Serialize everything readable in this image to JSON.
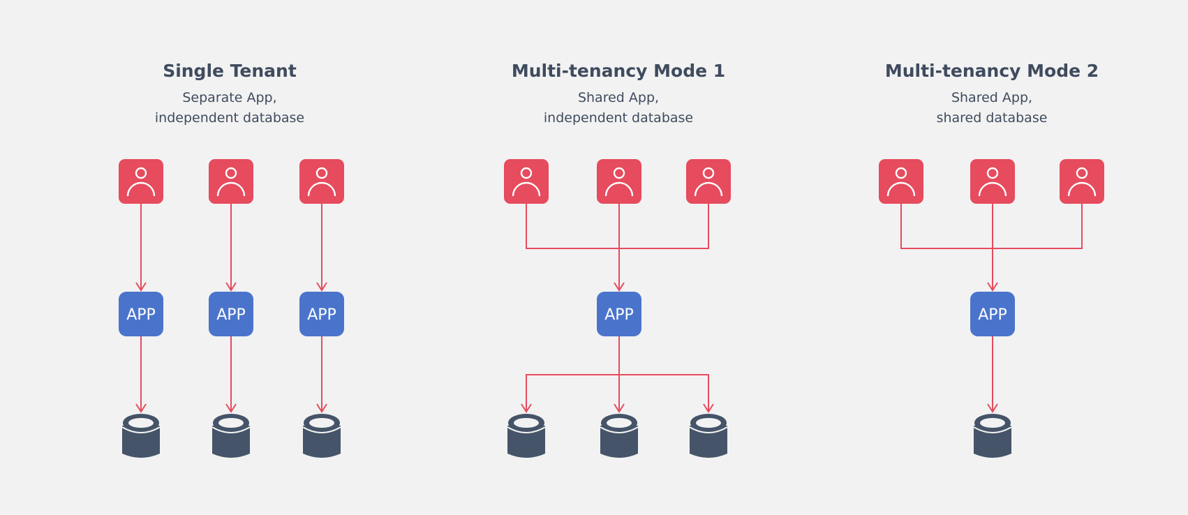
{
  "colors": {
    "background": "#f2f2f2",
    "tenant": "#e64b5e",
    "app": "#4a74cc",
    "database": "#455468",
    "arrow": "#e64b5e",
    "text": "#3f4b5e"
  },
  "app_label": "APP",
  "panels": [
    {
      "title": "Single Tenant",
      "subtitle_lines": [
        "Separate App,",
        "independent database"
      ],
      "tenants": 3,
      "apps": 3,
      "databases": 3,
      "tenant_icon": "user-icon",
      "database_icon": "database-icon"
    },
    {
      "title": "Multi-tenancy Mode 1",
      "subtitle_lines": [
        "Shared App,",
        "independent database"
      ],
      "tenants": 3,
      "apps": 1,
      "databases": 3,
      "tenant_icon": "user-icon",
      "database_icon": "database-icon"
    },
    {
      "title": "Multi-tenancy Mode 2",
      "subtitle_lines": [
        "Shared App,",
        "shared database"
      ],
      "tenants": 3,
      "apps": 1,
      "databases": 1,
      "tenant_icon": "user-icon",
      "database_icon": "database-icon"
    }
  ]
}
